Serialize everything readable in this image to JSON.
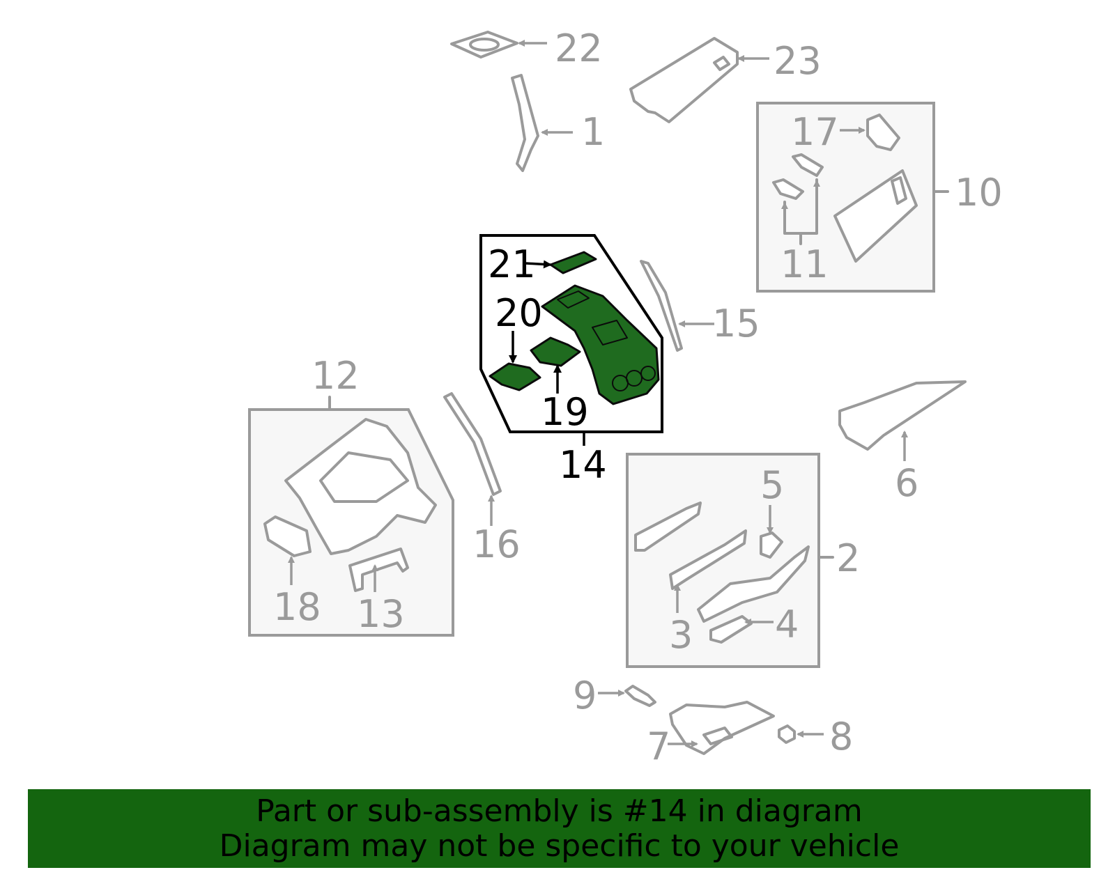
{
  "callouts": {
    "c1": "1",
    "c2": "2",
    "c3": "3",
    "c4": "4",
    "c5": "5",
    "c6": "6",
    "c7": "7",
    "c8": "8",
    "c9": "9",
    "c10": "10",
    "c11": "11",
    "c12": "12",
    "c13": "13",
    "c14": "14",
    "c15": "15",
    "c16": "16",
    "c17": "17",
    "c18": "18",
    "c19": "19",
    "c20": "20",
    "c21": "21",
    "c22": "22",
    "c23": "23"
  },
  "banner": {
    "line1": "Part or sub-assembly is #14 in diagram",
    "line2": "Diagram may not be specific to your vehicle"
  },
  "colors": {
    "highlight": "#1f6b1f",
    "banner": "#14650f",
    "line": "#9a9a9a"
  }
}
